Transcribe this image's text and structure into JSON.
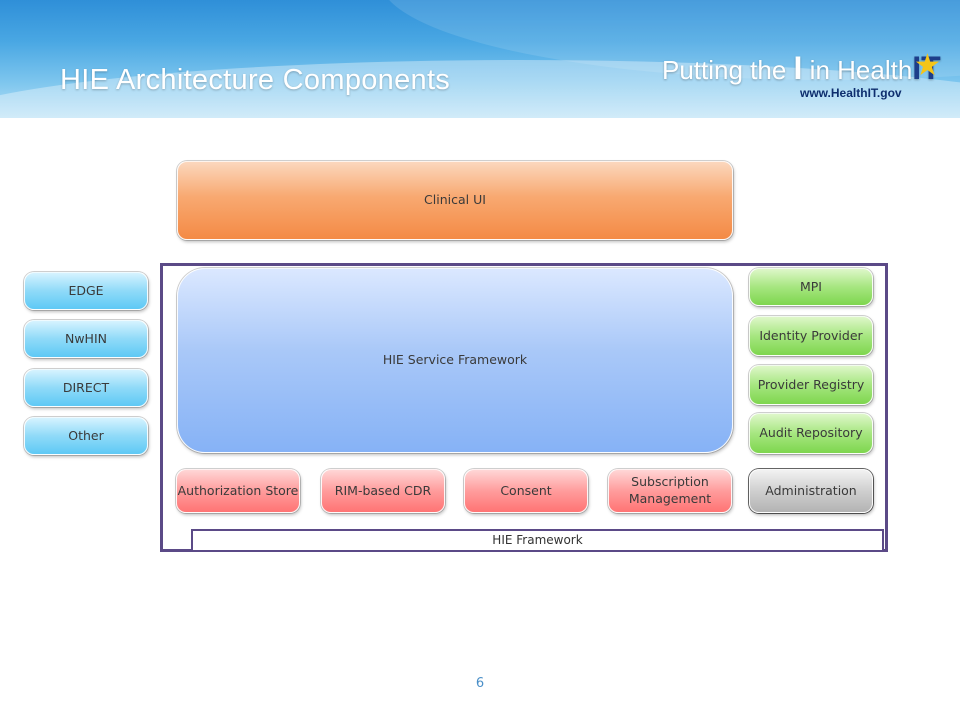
{
  "header": {
    "title": "HIE Architecture  Components",
    "logo": {
      "text_before": "Putting the ",
      "text_i": "I",
      "text_in": " in ",
      "text_health": "Health",
      "text_it": "IT",
      "url": "www.HealthIT.gov"
    }
  },
  "diagram": {
    "clinical_ui": "Clinical UI",
    "service_framework": "HIE Service Framework",
    "framework_label": "HIE Framework",
    "left_boxes": [
      "EDGE",
      "NwHIN",
      "DIRECT",
      "Other"
    ],
    "right_boxes": [
      "MPI",
      "Identity Provider",
      "Provider Registry",
      "Audit Repository"
    ],
    "bottom_boxes": [
      "Authorization Store",
      "RIM-based CDR",
      "Consent",
      "Subscription Management"
    ],
    "administration": "Administration"
  },
  "footer": {
    "page_number": "6"
  },
  "colors": {
    "frame": "#5b4a87",
    "clinical_ui": "#f48a45",
    "service_framework": "#86b2f6",
    "left_boxes": "#5ec9f5",
    "right_boxes": "#7ed64e",
    "bottom_boxes": "#ff7474",
    "administration": "#b3b3b3"
  }
}
